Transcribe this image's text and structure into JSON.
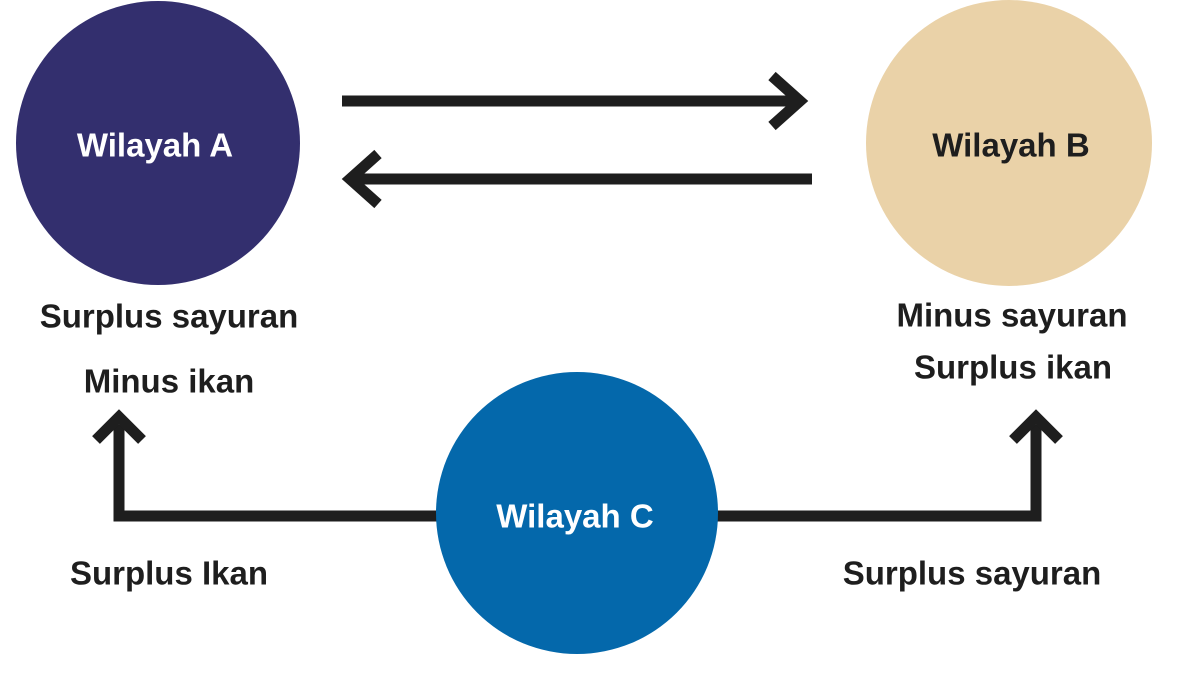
{
  "nodes": {
    "a": {
      "label": "Wilayah A",
      "fill": "#332f6e",
      "text_color": "#ffffff"
    },
    "b": {
      "label": "Wilayah B",
      "fill": "#ead2a8",
      "text_color": "#1e1e1e"
    },
    "c": {
      "label": "Wilayah C",
      "fill": "#0468ab",
      "text_color": "#ffffff"
    }
  },
  "captions": {
    "a_line1": "Surplus sayuran",
    "a_line2": "Minus ikan",
    "b_line1": "Minus sayuran",
    "b_line2": "Surplus ikan",
    "c_left": "Surplus Ikan",
    "c_right": "Surplus sayuran"
  },
  "colors": {
    "arrow": "#1e1e1e"
  },
  "edges": [
    {
      "from": "Wilayah A",
      "to": "Wilayah B"
    },
    {
      "from": "Wilayah B",
      "to": "Wilayah A"
    },
    {
      "from": "Wilayah C",
      "to": "Wilayah A"
    },
    {
      "from": "Wilayah C",
      "to": "Wilayah B"
    }
  ]
}
